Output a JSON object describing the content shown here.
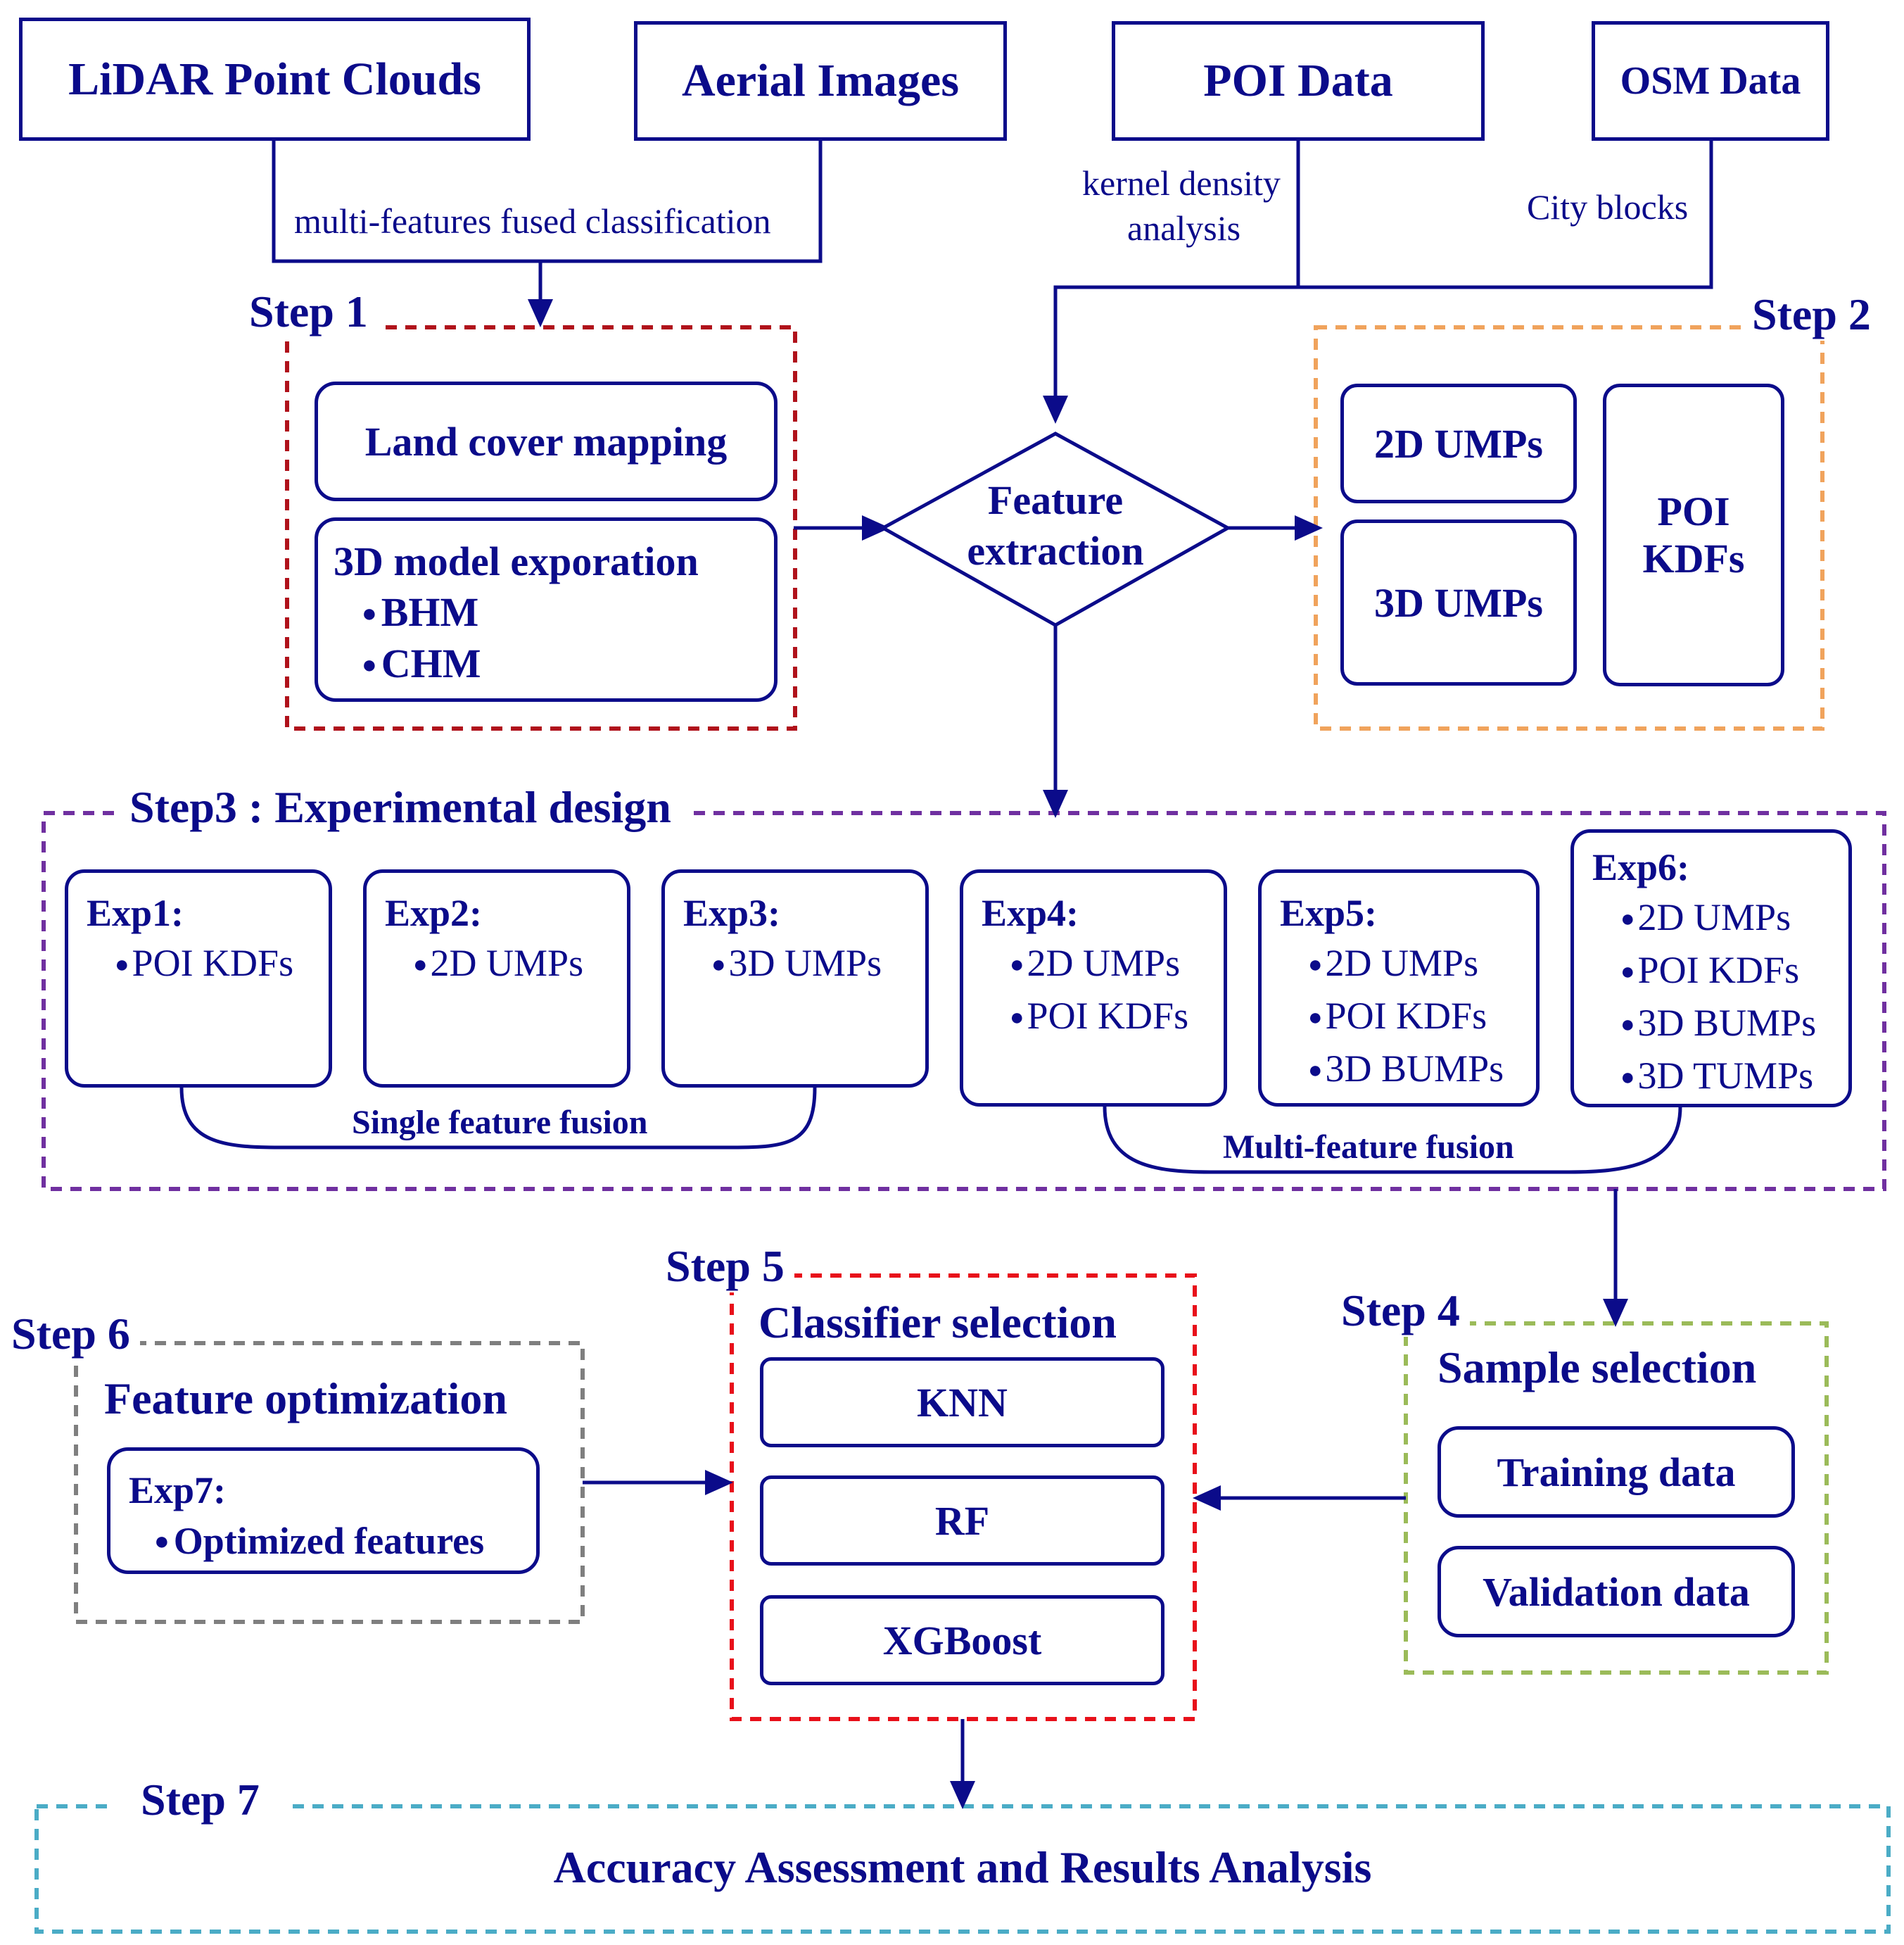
{
  "sources": {
    "lidar": "LiDAR Point Clouds",
    "aerial": "Aerial Images",
    "poi": "POI Data",
    "osm": "OSM Data"
  },
  "annotations": {
    "fused": "multi-features fused classification",
    "kernel_line1": "kernel density",
    "kernel_line2": "analysis",
    "city_blocks": "City blocks"
  },
  "step1": {
    "label": "Step 1",
    "land_cover": "Land cover mapping",
    "model_title": "3D model exporation",
    "bullets": [
      "BHM",
      "CHM"
    ]
  },
  "feature_extraction": {
    "line1": "Feature",
    "line2": "extraction"
  },
  "step2": {
    "label": "Step 2",
    "ump2d": "2D UMPs",
    "ump3d": "3D UMPs",
    "poi_line1": "POI",
    "poi_line2": "KDFs"
  },
  "step3": {
    "label": "Step3 : Experimental design",
    "experiments": [
      {
        "title": "Exp1:",
        "items": [
          "POI KDFs"
        ]
      },
      {
        "title": "Exp2:",
        "items": [
          "2D UMPs"
        ]
      },
      {
        "title": "Exp3:",
        "items": [
          "3D UMPs"
        ]
      },
      {
        "title": "Exp4:",
        "items": [
          "2D UMPs",
          "POI KDFs"
        ]
      },
      {
        "title": "Exp5:",
        "items": [
          "2D UMPs",
          "POI KDFs",
          "3D BUMPs"
        ]
      },
      {
        "title": "Exp6:",
        "items": [
          "2D UMPs",
          "POI KDFs",
          "3D BUMPs",
          "3D TUMPs"
        ]
      }
    ],
    "single_label": "Single feature fusion",
    "multi_label": "Multi-feature fusion"
  },
  "step4": {
    "label": "Step 4",
    "title": "Sample selection",
    "training": "Training data",
    "validation": "Validation data"
  },
  "step5": {
    "label": "Step 5",
    "title": "Classifier selection",
    "classifiers": [
      "KNN",
      "RF",
      "XGBoost"
    ]
  },
  "step6": {
    "label": "Step 6",
    "title": "Feature optimization",
    "exp_title": "Exp7:",
    "exp_item": "Optimized features"
  },
  "step7": {
    "label": "Step 7",
    "title": "Accuracy Assessment and Results Analysis"
  },
  "colors": {
    "ink": "#0b0b8a",
    "step1": "#b0121b",
    "step2": "#f0a35c",
    "step3": "#7030a0",
    "step4": "#9bbb59",
    "step5": "#e8101a",
    "step6": "#7f7f7f",
    "step7": "#4bacc6"
  }
}
